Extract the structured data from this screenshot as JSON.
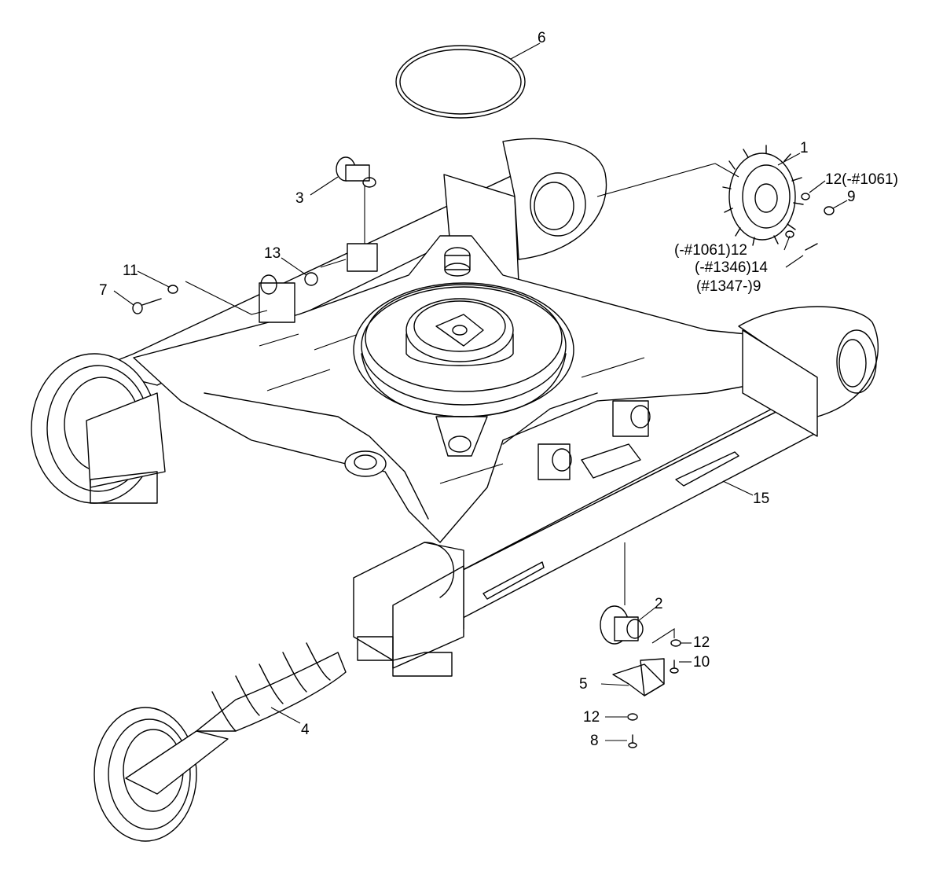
{
  "labels": {
    "l1": "1",
    "l2": "2",
    "l3": "3",
    "l4": "4",
    "l5": "5",
    "l6": "6",
    "l7": "7",
    "l8": "8",
    "l9": "9",
    "l10": "10",
    "l11": "11",
    "l12a": "12(-#1061)",
    "l12b": "(-#1061)12",
    "l12c": "12",
    "l12d": "12",
    "l13": "13",
    "l14": "(-#1346)14",
    "l15": "15",
    "l9b": "(#1347-)9"
  }
}
